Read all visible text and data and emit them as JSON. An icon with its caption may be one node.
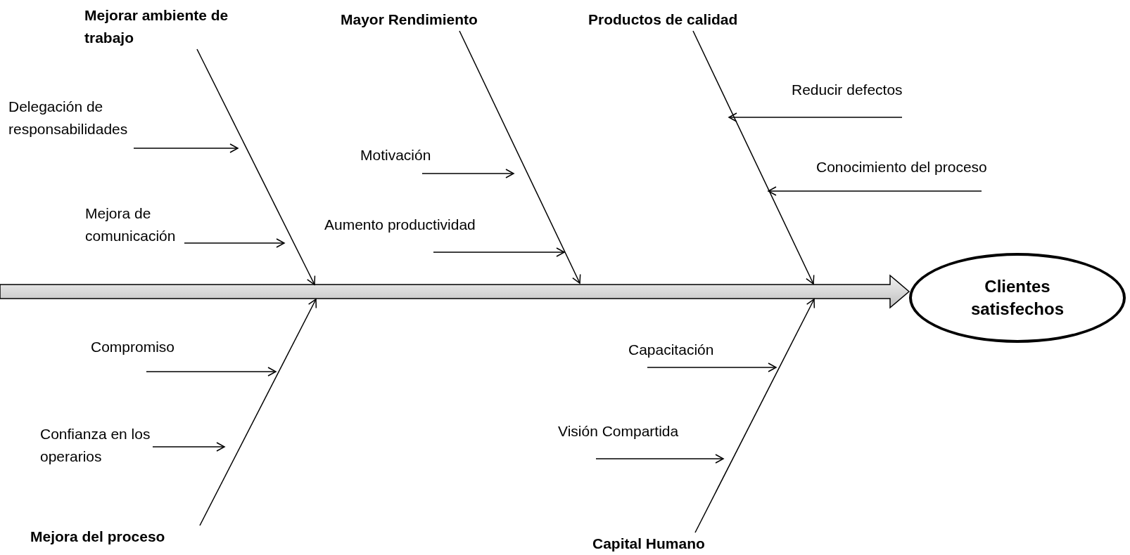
{
  "diagram": {
    "nodes": [
      {
        "text": [
          "Mejorar ambiente de trabajo"
        ]
      },
      {
        "text": [
          "Mayor Rendimiento"
        ]
      },
      {
        "text": [
          "Productos de calidad"
        ]
      },
      {
        "text": [
          "Delegación de responsabilidades"
        ]
      },
      {
        "text": [
          "Reducir defectos"
        ]
      },
      {
        "text": [
          "Motivación"
        ]
      },
      {
        "text": [
          "Conocimiento del proceso"
        ]
      },
      {
        "text": [
          "Mejora de comunicación"
        ]
      },
      {
        "text": [
          "Aumento productividad"
        ]
      },
      {
        "text": [],
        "shape": "arrow"
      },
      {
        "text": [
          "Clientes satisfechos"
        ]
      },
      {
        "text": [
          "Compromiso"
        ]
      },
      {
        "text": [
          "Capacitación"
        ]
      },
      {
        "text": [
          "Confianza en los operarios"
        ]
      },
      {
        "text": [
          "Visión Compartida"
        ]
      },
      {
        "text": [
          "Mejora del proceso"
        ]
      },
      {
        "text": [
          "Capital Humano"
        ]
      }
    ],
    "edges": [
      {
        "from": 0,
        "to": 9,
        "arrow": "to"
      },
      {
        "from": 1,
        "to": 9,
        "arrow": "to"
      },
      {
        "from": 2,
        "to": 9,
        "arrow": "to"
      },
      {
        "from": 15,
        "to": 9,
        "arrow": "to"
      },
      {
        "from": 16,
        "to": 9,
        "arrow": "to"
      },
      {
        "from": 3,
        "to": null,
        "arrow": "to"
      },
      {
        "from": 4,
        "to": null,
        "arrow": "to"
      },
      {
        "from": 5,
        "to": null,
        "arrow": "to"
      },
      {
        "from": 6,
        "to": null,
        "arrow": "to"
      },
      {
        "from": 7,
        "to": null,
        "arrow": "to"
      },
      {
        "from": 8,
        "to": null,
        "arrow": "to"
      },
      {
        "from": 11,
        "to": null,
        "arrow": "to"
      },
      {
        "from": 12,
        "to": null,
        "arrow": "to"
      },
      {
        "from": 13,
        "to": null,
        "arrow": "to"
      },
      {
        "from": 14,
        "to": null,
        "arrow": "to"
      }
    ]
  }
}
